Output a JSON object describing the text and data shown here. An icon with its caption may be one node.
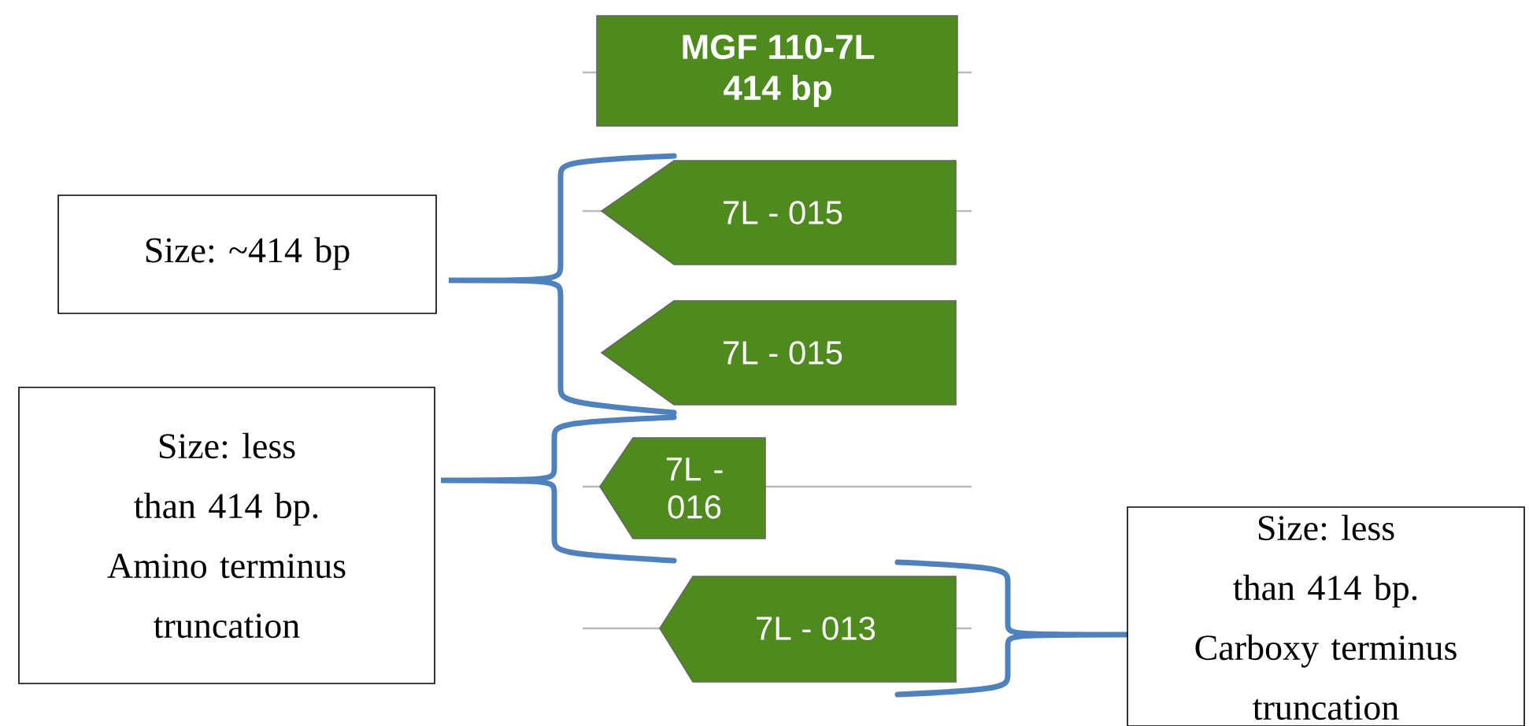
{
  "diagram": {
    "nodes": [
      {
        "text": [
          "MGF 110-7L",
          "414 bp"
        ]
      },
      {
        "text": [
          "7L - 015"
        ]
      },
      {
        "text": [
          "7L - 015"
        ]
      },
      {
        "text": [
          "7L - 016"
        ]
      },
      {
        "text": [
          "7L - 013"
        ]
      },
      {
        "text": [
          "Size: ~414 bp"
        ]
      },
      {
        "text": [
          "Size: less than 414 bp.",
          "Amino terminus truncation"
        ]
      },
      {
        "text": [
          "Size: less than 414 bp.",
          "Carboxy terminus truncation"
        ]
      }
    ]
  }
}
